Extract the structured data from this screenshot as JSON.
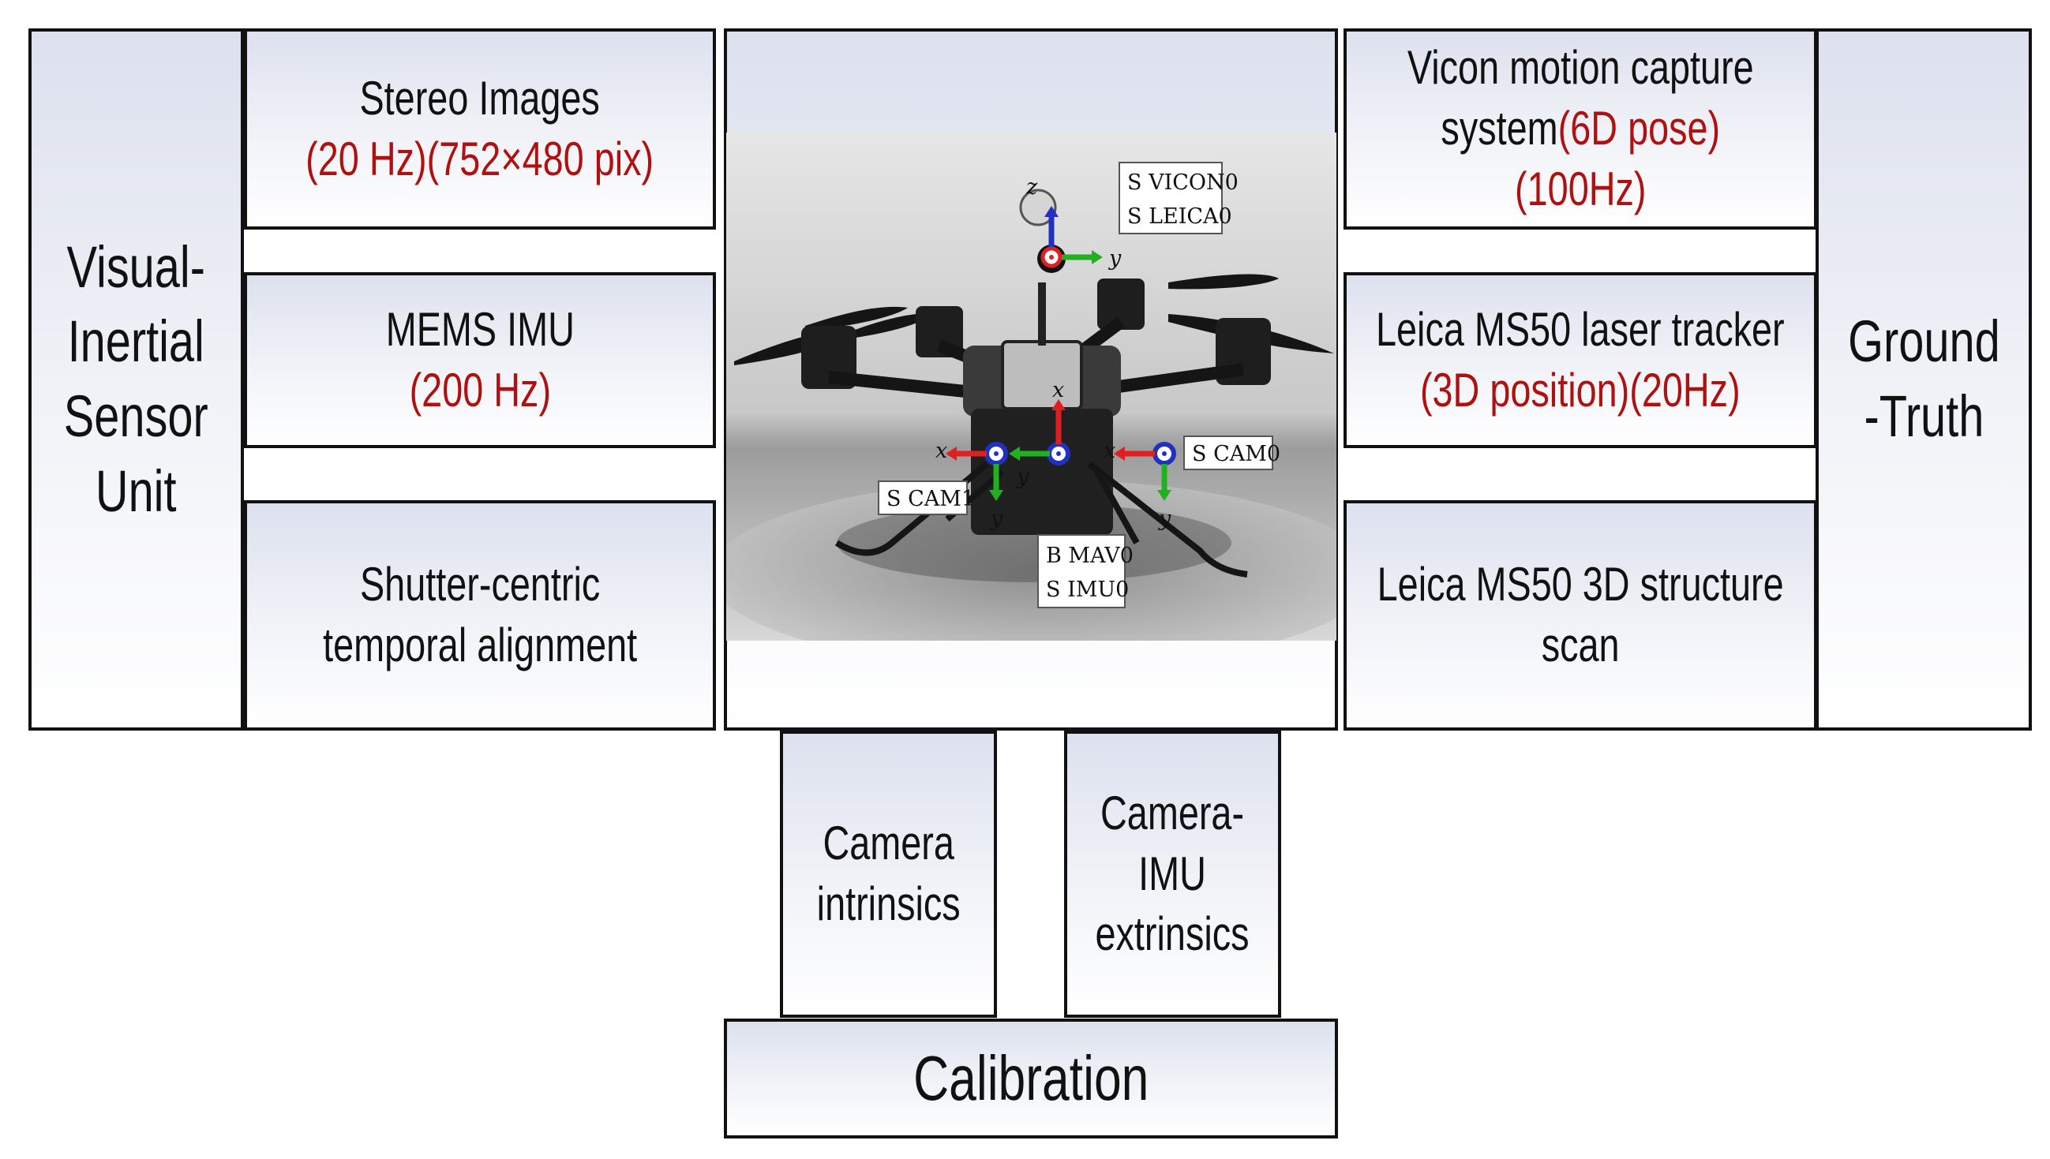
{
  "left_group": {
    "title_lines": [
      "Visual-",
      "Inertial",
      "Sensor",
      "Unit"
    ],
    "stereo": {
      "line1": "Stereo Images",
      "line2": "(20 Hz)(752×480 pix)"
    },
    "imu": {
      "line1": "MEMS IMU",
      "line2": "(200 Hz)"
    },
    "shutter": {
      "line1": "Shutter-centric",
      "line2": "temporal alignment"
    }
  },
  "right_group": {
    "title_lines": [
      "Ground",
      "-Truth"
    ],
    "vicon": {
      "line1": "Vicon motion capture",
      "line2a": "system",
      "line2b": "(6D pose)",
      "line3": "(100Hz)"
    },
    "leica_tracker": {
      "line1": "Leica MS50 laser tracker",
      "line2": "(3D position)(20Hz)"
    },
    "leica_scan": {
      "line1": "Leica MS50 3D structure",
      "line2": "scan"
    }
  },
  "center": {
    "photo_labels": {
      "vicon_leica_1": "S VICON0",
      "vicon_leica_2": "S LEICA0",
      "cam0": "S CAM0",
      "cam1": "S CAM1",
      "mav_1": "B MAV0",
      "mav_2": "S IMU0",
      "axis_x": "x",
      "axis_y": "y",
      "axis_z": "z"
    }
  },
  "calibration": {
    "intrinsics": [
      "Camera",
      "intrinsics"
    ],
    "extrinsics": [
      "Camera-",
      "IMU",
      "extrinsics"
    ],
    "title": "Calibration"
  },
  "colors": {
    "accent_red": "#b01010",
    "box_gradient_top": "#dde1ee",
    "box_gradient_bottom": "#ffffff",
    "axis_x": "#e02020",
    "axis_y": "#20b020",
    "axis_z": "#2030c0"
  }
}
